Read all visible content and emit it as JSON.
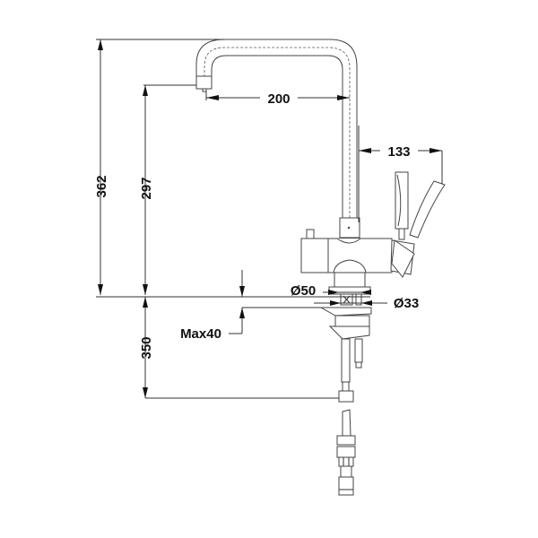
{
  "drawing": {
    "title": "Kitchen faucet technical dimension drawing",
    "units": "mm",
    "line_color": "#333333",
    "text_color": "#111111",
    "background": "#ffffff"
  },
  "dimensions": {
    "total_height": "362",
    "spout_height": "297",
    "spout_reach": "200",
    "lever_reach": "133",
    "base_diameter": "Ø50",
    "hole_diameter": "Ø33",
    "max_deck_thickness": "Max40",
    "hose_length": "350"
  }
}
